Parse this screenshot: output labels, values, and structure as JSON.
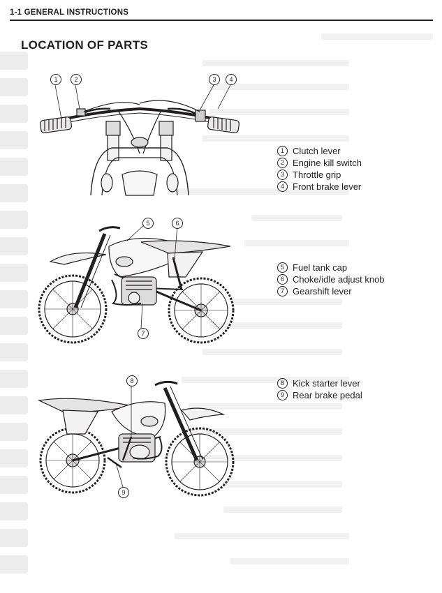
{
  "header": {
    "page_label": "1-1 GENERAL INSTRUCTIONS"
  },
  "section": {
    "title": "LOCATION OF PARTS"
  },
  "figures": [
    {
      "id": "handlebar",
      "callouts": [
        "1",
        "2",
        "3",
        "4"
      ],
      "legend": [
        {
          "num": "1",
          "label": "Clutch lever"
        },
        {
          "num": "2",
          "label": "Engine kill switch"
        },
        {
          "num": "3",
          "label": "Throttle grip"
        },
        {
          "num": "4",
          "label": "Front brake lever"
        }
      ]
    },
    {
      "id": "right-side",
      "callouts": [
        "5",
        "6",
        "7"
      ],
      "legend": [
        {
          "num": "5",
          "label": "Fuel tank cap"
        },
        {
          "num": "6",
          "label": "Choke/idle adjust knob"
        },
        {
          "num": "7",
          "label": "Gearshift lever"
        }
      ]
    },
    {
      "id": "left-side",
      "callouts": [
        "8",
        "9"
      ],
      "legend": [
        {
          "num": "8",
          "label": "Kick starter lever"
        },
        {
          "num": "9",
          "label": "Rear brake pedal"
        }
      ]
    }
  ]
}
